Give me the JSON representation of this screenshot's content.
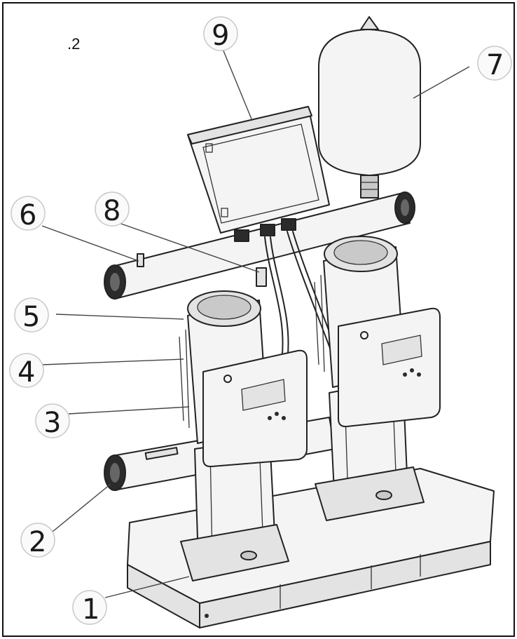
{
  "figure": {
    "label": ".2"
  },
  "callouts": [
    {
      "id": "c1",
      "number": "1"
    },
    {
      "id": "c2",
      "number": "2"
    },
    {
      "id": "c3",
      "number": "3"
    },
    {
      "id": "c4",
      "number": "4"
    },
    {
      "id": "c5",
      "number": "5"
    },
    {
      "id": "c6",
      "number": "6"
    },
    {
      "id": "c7",
      "number": "7"
    },
    {
      "id": "c8",
      "number": "8"
    },
    {
      "id": "c9",
      "number": "9"
    }
  ],
  "icons": [
    "booster-set-drawing",
    "pump-icon",
    "expansion-tank-icon",
    "control-panel-icon",
    "manifold-icon"
  ]
}
